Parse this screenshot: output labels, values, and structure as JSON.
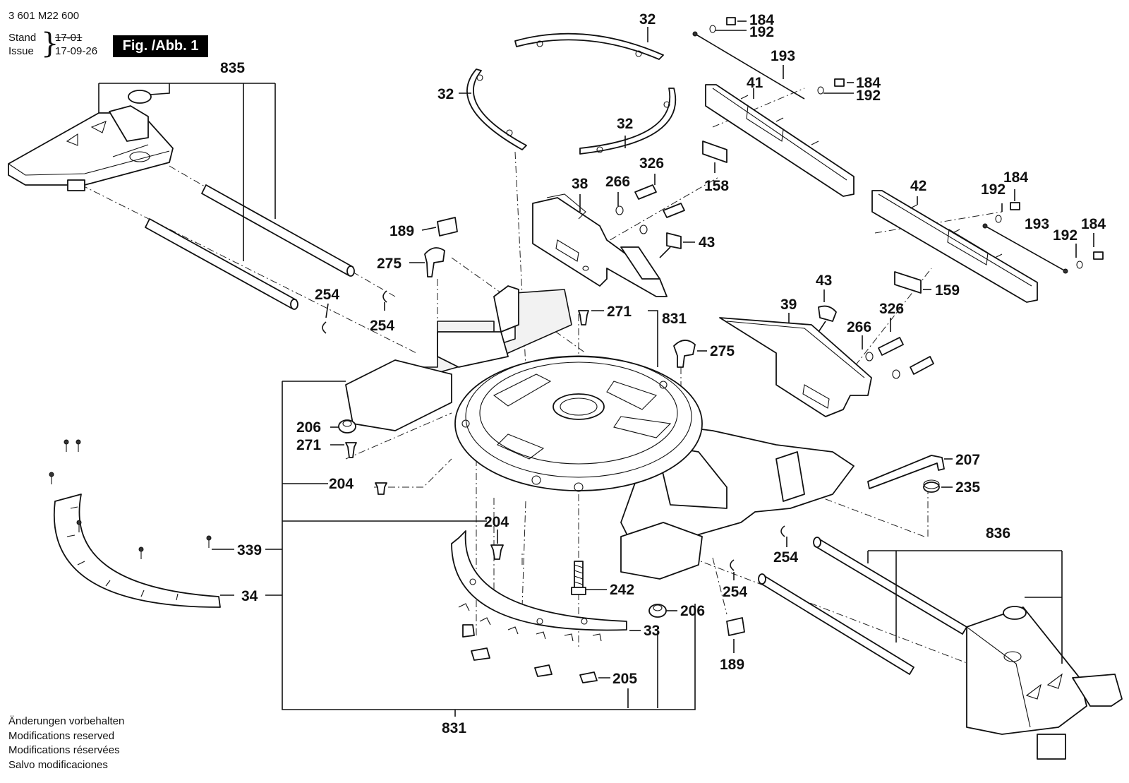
{
  "header": {
    "doc_number": "3 601 M22 600",
    "stand_label": "Stand",
    "issue_label": "Issue",
    "stand_date": "17-01",
    "issue_date": "17-09-26",
    "figure_title": "Fig. /Abb. 1"
  },
  "notes": [
    "Änderungen vorbehalten",
    "Modifications reserved",
    "Modifications réservées",
    "Salvo modificaciones"
  ],
  "callouts": {
    "p835": "835",
    "p32a": "32",
    "p32b": "32",
    "p32c": "32",
    "p184a": "184",
    "p192a": "192",
    "p193a": "193",
    "p184b": "184",
    "p192b": "192",
    "p41": "41",
    "p158": "158",
    "p326a": "326",
    "p38": "38",
    "p266a": "266",
    "p42": "42",
    "p184c": "184",
    "p192c": "192",
    "p193b": "193",
    "p184d": "184",
    "p192d": "192",
    "p189a": "189",
    "p275a": "275",
    "p43a": "43",
    "p159": "159",
    "p254a": "254",
    "p254b": "254",
    "p271a": "271",
    "p831a": "831",
    "p43b": "43",
    "p39": "39",
    "p326b": "326",
    "p266b": "266",
    "p275b": "275",
    "p206a": "206",
    "p271b": "271",
    "p204a": "204",
    "p207": "207",
    "p235": "235",
    "p204b": "204",
    "p836": "836",
    "p254c": "254",
    "p339": "339",
    "p242": "242",
    "p34": "34",
    "p254d": "254",
    "p206b": "206",
    "p33": "33",
    "p189b": "189",
    "p205": "205",
    "p831b": "831"
  }
}
